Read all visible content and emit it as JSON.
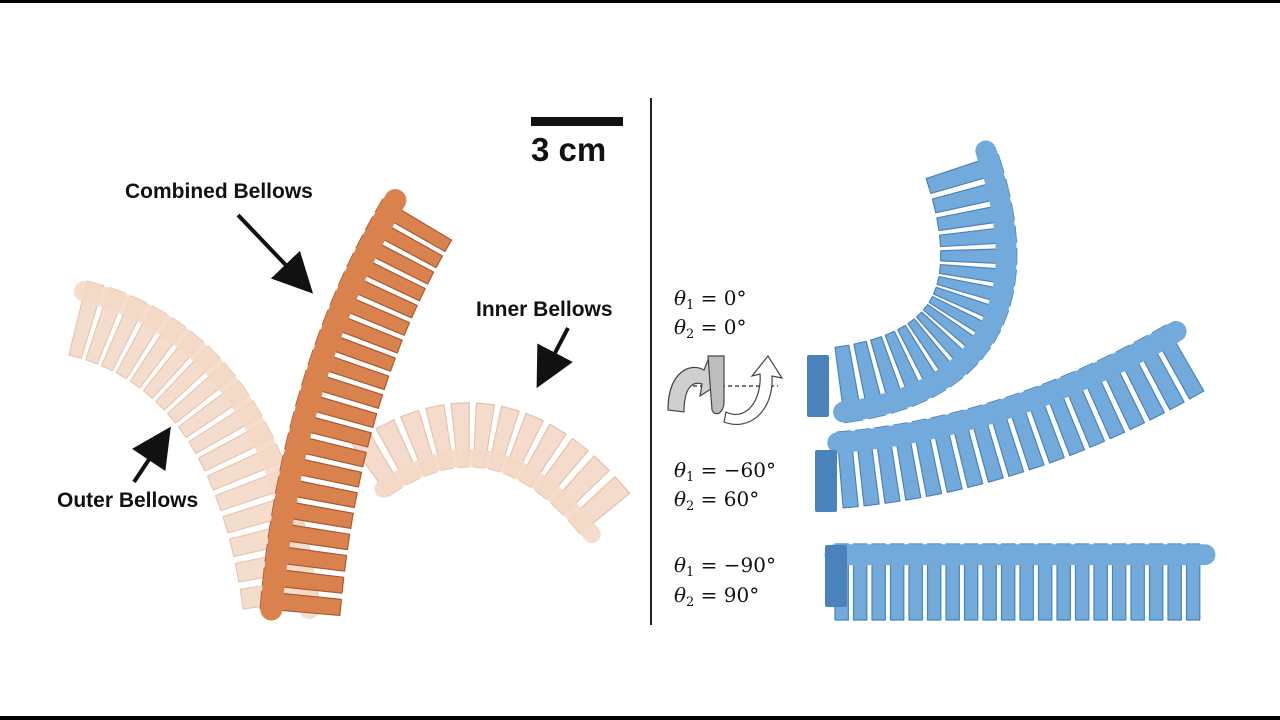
{
  "labels": {
    "combined": "Combined Bellows",
    "inner": "Inner Bellows",
    "outer": "Outer Bellows"
  },
  "scale_bar": {
    "text": "3 cm"
  },
  "conditions": [
    {
      "theta1": "θ",
      "sub1": "1",
      "val1": " = 0°",
      "theta2": "θ",
      "sub2": "2",
      "val2": " = 0°"
    },
    {
      "theta1": "θ",
      "sub1": "1",
      "val1": " = −60°",
      "theta2": "θ",
      "sub2": "2",
      "val2": " = 60°"
    },
    {
      "theta1": "θ",
      "sub1": "1",
      "val1": " = −90°",
      "theta2": "θ",
      "sub2": "2",
      "val2": " = 90°"
    }
  ],
  "colors": {
    "orange": "#d9824d",
    "orange_dark": "#a85a30",
    "peach": "#f4d8c6",
    "peach_dark": "#e3bca4",
    "blue": "#72aadc",
    "blue_dark": "#4a83bb"
  },
  "icons": [
    "arrow-icon",
    "rotation-arrows-icon"
  ]
}
